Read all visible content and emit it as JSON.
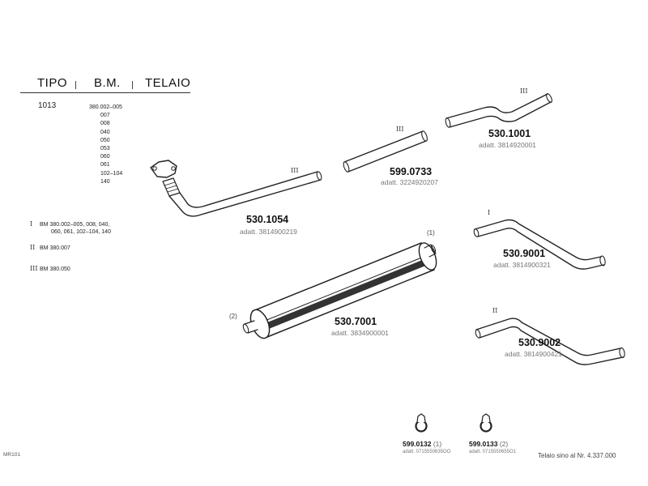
{
  "header": {
    "col_tipo": "TIPO",
    "col_bm": "B.M.",
    "col_telaio": "TELAIO"
  },
  "tipo_value": "1013",
  "bm_values": [
    "380.002–005",
    "007",
    "008",
    "040",
    "050",
    "053",
    "060",
    "061",
    "102–104",
    "140"
  ],
  "legend": [
    {
      "mark": "I",
      "text": "BM 380.002–005, 008, 040,",
      "text2": "060, 061, 102–104, 140"
    },
    {
      "mark": "II",
      "text": "BM 380.007"
    },
    {
      "mark": "III",
      "text": "BM 380.050"
    }
  ],
  "parts": [
    {
      "id": "530.1054",
      "adatt": "adatt. 3814900219",
      "variant": "III"
    },
    {
      "id": "599.0733",
      "adatt": "adatt. 3224920207",
      "variant": "III"
    },
    {
      "id": "530.1001",
      "adatt": "adatt. 3814920001",
      "variant": "III"
    },
    {
      "id": "530.9001",
      "adatt": "adatt. 3814900321",
      "variant": "I"
    },
    {
      "id": "530.7001",
      "adatt": "adatt. 3834900001"
    },
    {
      "id": "530.9002",
      "adatt": "adatt. 3814900421",
      "variant": "II"
    }
  ],
  "callouts": {
    "muffler_outlet": "(1)",
    "muffler_inlet": "(2)"
  },
  "clamps": [
    {
      "id": "599.0132",
      "ref": "(1)",
      "adatt": "adatt. 0715550635OO"
    },
    {
      "id": "599.0133",
      "ref": "(2)",
      "adatt": "adatt. 0715550655O1"
    }
  ],
  "footer": {
    "left": "MR101",
    "right": "Telaio sino al Nr. 4.337.000"
  },
  "colors": {
    "line": "#222222",
    "muffler_band": "#333333",
    "adatt_text": "#777777"
  }
}
